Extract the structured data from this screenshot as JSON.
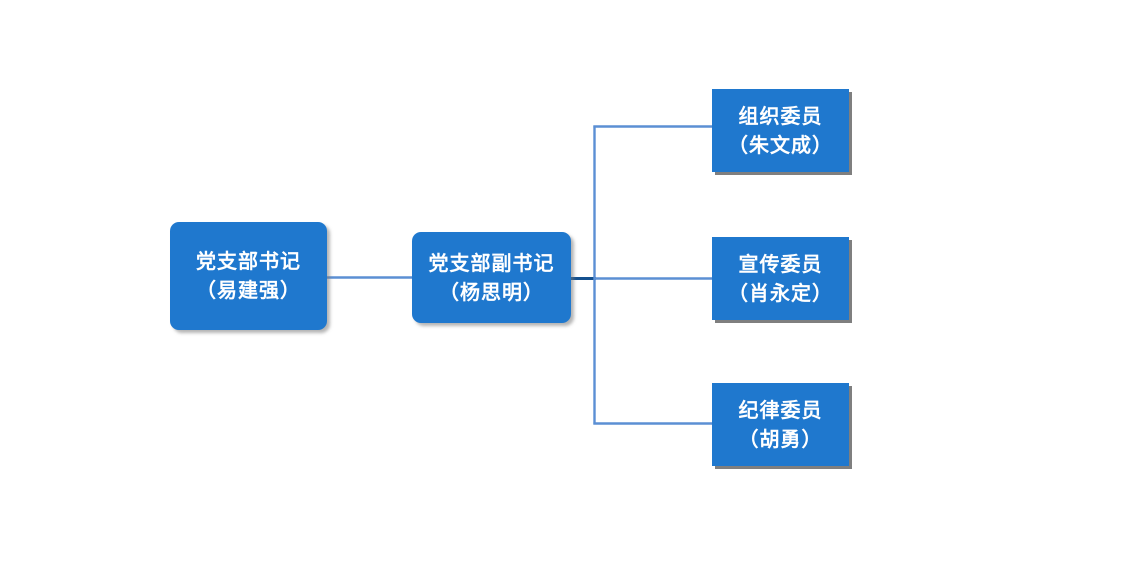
{
  "diagram": {
    "type": "org-chart",
    "title": "",
    "colors": {
      "node_fill": "#1F78CE",
      "node_text": "#FFFFFF",
      "connector_light": "#5B8FD4",
      "connector_dark": "#14508F",
      "shadow": "#7F7F7F",
      "background": "#FFFFFF"
    },
    "nodes": [
      {
        "id": "secretary",
        "role": "党支部书记",
        "person": "（易建强）",
        "shape": "rounded-rectangle"
      },
      {
        "id": "vice-secretary",
        "role": "党支部副书记",
        "person": "（杨思明）",
        "shape": "rounded-rectangle"
      },
      {
        "id": "organization",
        "role": "组织委员",
        "person": "（朱文成）",
        "shape": "rectangle"
      },
      {
        "id": "propaganda",
        "role": "宣传委员",
        "person": "（肖永定）",
        "shape": "rectangle"
      },
      {
        "id": "discipline",
        "role": "纪律委员",
        "person": "（胡勇）",
        "shape": "rectangle"
      }
    ],
    "edges": [
      {
        "from": "secretary",
        "to": "vice-secretary",
        "style": "straight"
      },
      {
        "from": "vice-secretary",
        "to": "organization",
        "style": "elbow"
      },
      {
        "from": "vice-secretary",
        "to": "propaganda",
        "style": "straight"
      },
      {
        "from": "vice-secretary",
        "to": "discipline",
        "style": "elbow"
      }
    ]
  }
}
